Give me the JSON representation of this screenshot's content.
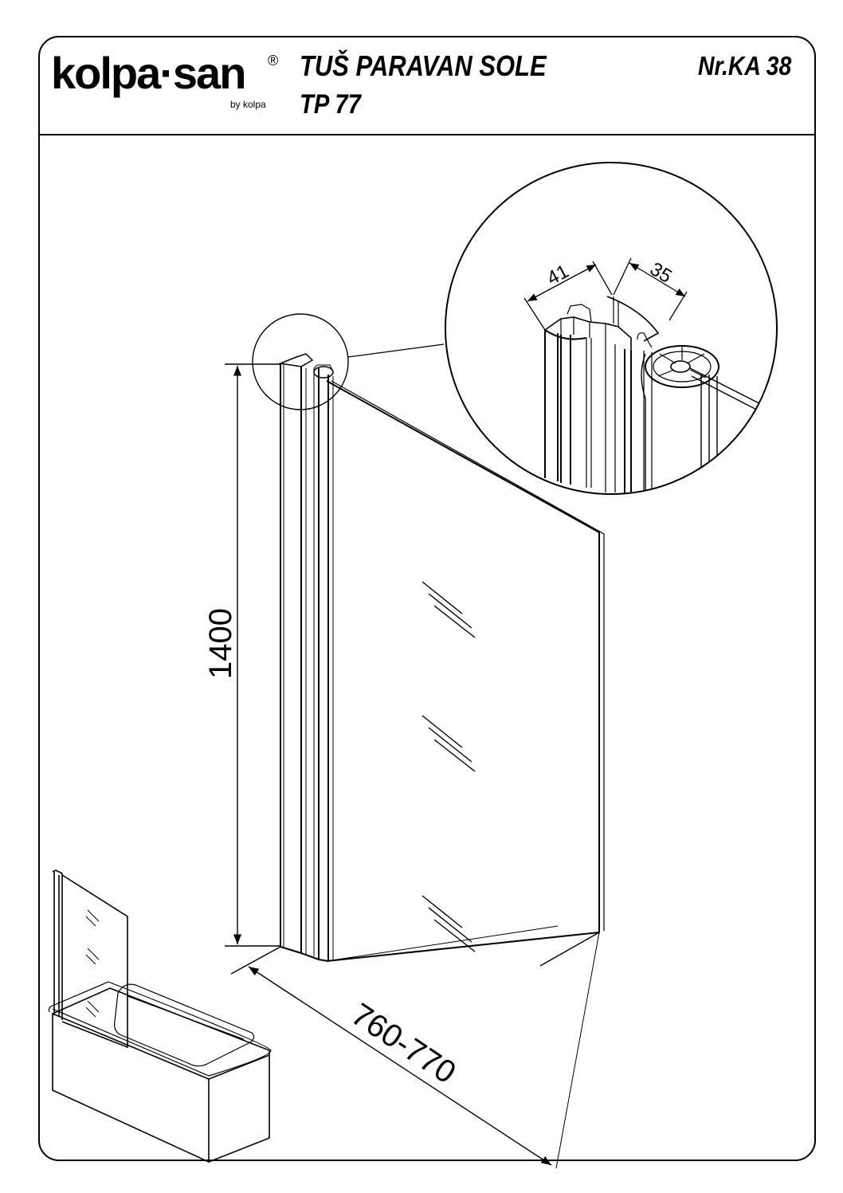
{
  "header": {
    "brand_name": "kolpa·san",
    "brand_reg": "®",
    "brand_sub": "by kolpa",
    "title_line1": "TUŠ PARAVAN SOLE",
    "title_line2": "TP 77",
    "doc_number": "Nr.KA 38"
  },
  "dimensions": {
    "height": "1400",
    "width": "760-770",
    "profile_a": "41",
    "profile_b": "35"
  }
}
